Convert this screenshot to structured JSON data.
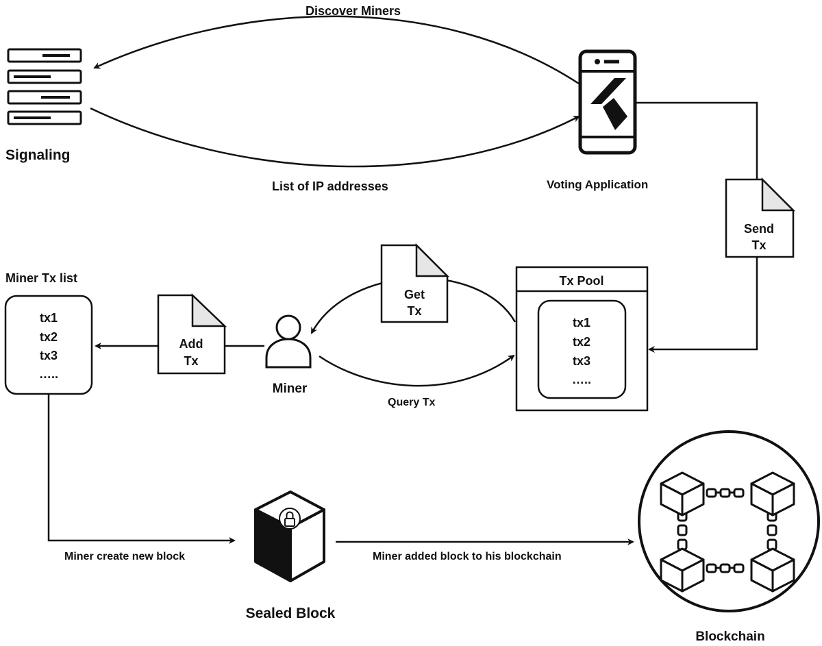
{
  "nodes": {
    "signaling": {
      "label": "Signaling",
      "icon": "server-stack-icon"
    },
    "voting_app": {
      "label": "Voting Application",
      "icon": "smartphone-flutter-icon"
    },
    "tx_pool": {
      "title": "Tx Pool",
      "items": [
        "tx1",
        "tx2",
        "tx3",
        "….."
      ]
    },
    "miner": {
      "label": "Miner",
      "icon": "user-icon"
    },
    "miner_tx_list": {
      "title": "Miner Tx list",
      "items": [
        "tx1",
        "tx2",
        "tx3",
        "….."
      ]
    },
    "sealed_block": {
      "label": "Sealed Block",
      "icon": "locked-cube-icon"
    },
    "blockchain": {
      "label": "Blockchain",
      "icon": "chained-cubes-icon"
    }
  },
  "documents": {
    "send_tx": {
      "lines": [
        "Send",
        "Tx"
      ]
    },
    "get_tx": {
      "lines": [
        "Get",
        "Tx"
      ]
    },
    "add_tx": {
      "lines": [
        "Add",
        "Tx"
      ]
    }
  },
  "edges": {
    "discover_miners": "Discover Miners",
    "ip_list": "List of IP addresses",
    "query_tx": "Query Tx",
    "create_block": "Miner create new block",
    "add_block": "Miner added block to his blockchain"
  },
  "colors": {
    "stroke": "#111111",
    "fold": "#e6e6e6",
    "background": "#ffffff"
  }
}
